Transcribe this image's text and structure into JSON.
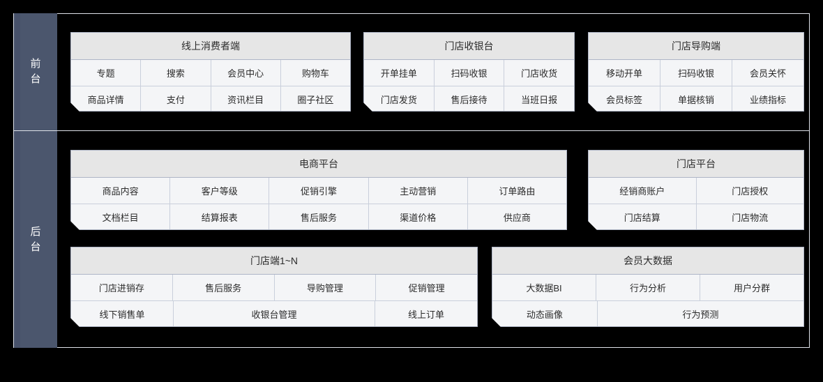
{
  "diagram": {
    "sections": [
      {
        "id": "front",
        "label": "前台"
      },
      {
        "id": "back",
        "label": "后台"
      }
    ],
    "panels": {
      "online_consumer": {
        "title": "线上消费者端",
        "rows": [
          [
            "专题",
            "搜索",
            "会员中心",
            "购物车"
          ],
          [
            "商品详情",
            "支付",
            "资讯栏目",
            "圈子社区"
          ]
        ]
      },
      "store_cashier": {
        "title": "门店收银台",
        "rows": [
          [
            "开单挂单",
            "扫码收银",
            "门店收货"
          ],
          [
            "门店发货",
            "售后接待",
            "当班日报"
          ]
        ]
      },
      "store_guide": {
        "title": "门店导购端",
        "rows": [
          [
            "移动开单",
            "扫码收银",
            "会员关怀"
          ],
          [
            "会员标签",
            "单据核销",
            "业绩指标"
          ]
        ]
      },
      "ecommerce_platform": {
        "title": "电商平台",
        "rows": [
          [
            "商品内容",
            "客户等级",
            "促销引擎",
            "主动营销",
            "订单路由"
          ],
          [
            "文档栏目",
            "结算报表",
            "售后服务",
            "渠道价格",
            "供应商"
          ]
        ]
      },
      "store_platform": {
        "title": "门店平台",
        "rows": [
          [
            "经销商账户",
            "门店授权"
          ],
          [
            "门店结算",
            "门店物流"
          ]
        ]
      },
      "store_terminal": {
        "title": "门店端1~N",
        "rows": [
          [
            "门店进销存",
            "售后服务",
            "导购管理",
            "促销管理"
          ],
          [
            "线下销售单",
            "收银台管理",
            "线上订单"
          ]
        ]
      },
      "member_bigdata": {
        "title": "会员大数据",
        "rows": [
          [
            "大数据BI",
            "行为分析",
            "用户分群"
          ],
          [
            "动态画像",
            "行为预测"
          ]
        ]
      }
    },
    "colors": {
      "rail": "#4b566d",
      "panel_header": "#e6e6e6",
      "panel_cell": "#f4f5f7",
      "panel_border": "#aeb5c6",
      "background": "#000000"
    }
  }
}
